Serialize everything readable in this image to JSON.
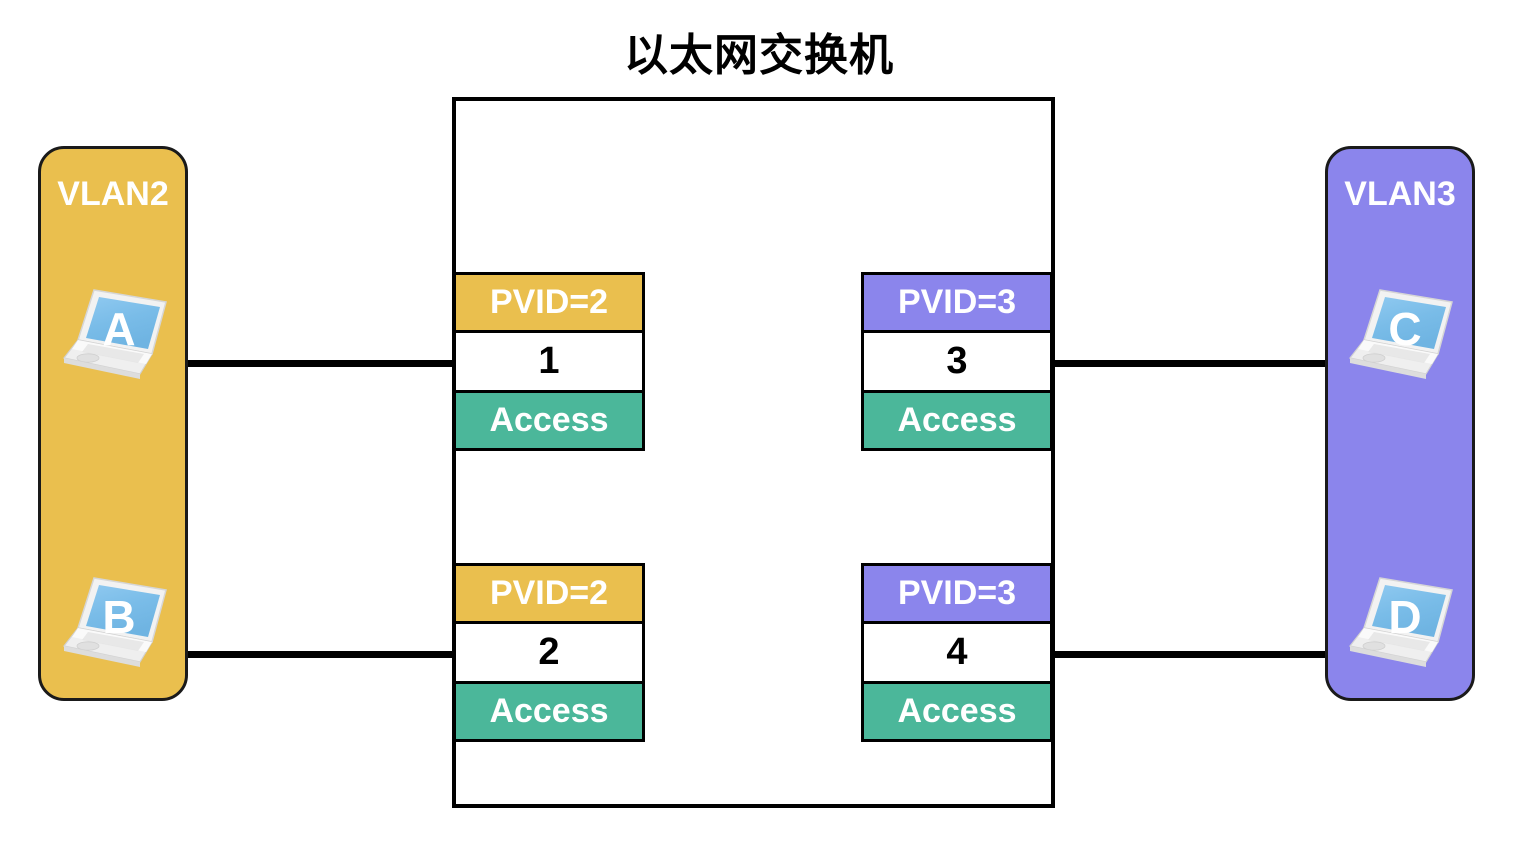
{
  "diagram": {
    "title": "以太网交换机",
    "colors": {
      "vlan2": "#EABF4E",
      "vlan3": "#8B85EC",
      "access": "#4BB79A",
      "line": "#000000",
      "border": "#000000",
      "screen": "#7FC0EA"
    }
  },
  "switch": {
    "label": "以太网交换机",
    "ports": [
      {
        "id": "port-1",
        "pvid": "PVID=2",
        "number": "1",
        "mode": "Access",
        "color_key": "vlan2"
      },
      {
        "id": "port-2",
        "pvid": "PVID=2",
        "number": "2",
        "mode": "Access",
        "color_key": "vlan2"
      },
      {
        "id": "port-3",
        "pvid": "PVID=3",
        "number": "3",
        "mode": "Access",
        "color_key": "vlan3"
      },
      {
        "id": "port-4",
        "pvid": "PVID=3",
        "number": "4",
        "mode": "Access",
        "color_key": "vlan3"
      }
    ]
  },
  "vlans": [
    {
      "id": "vlan2",
      "label": "VLAN2",
      "color": "#EABF4E",
      "side": "left",
      "hosts": [
        {
          "id": "host-a",
          "letter": "A",
          "connects_to_port": "1"
        },
        {
          "id": "host-b",
          "letter": "B",
          "connects_to_port": "2"
        }
      ]
    },
    {
      "id": "vlan3",
      "label": "VLAN3",
      "color": "#8B85EC",
      "side": "right",
      "hosts": [
        {
          "id": "host-c",
          "letter": "C",
          "connects_to_port": "3"
        },
        {
          "id": "host-d",
          "letter": "D",
          "connects_to_port": "4"
        }
      ]
    }
  ],
  "links": [
    {
      "id": "link-a-1",
      "from": "host-a",
      "to": "port-1"
    },
    {
      "id": "link-b-2",
      "from": "host-b",
      "to": "port-2"
    },
    {
      "id": "link-c-3",
      "from": "host-c",
      "to": "port-3"
    },
    {
      "id": "link-d-4",
      "from": "host-d",
      "to": "port-4"
    }
  ]
}
